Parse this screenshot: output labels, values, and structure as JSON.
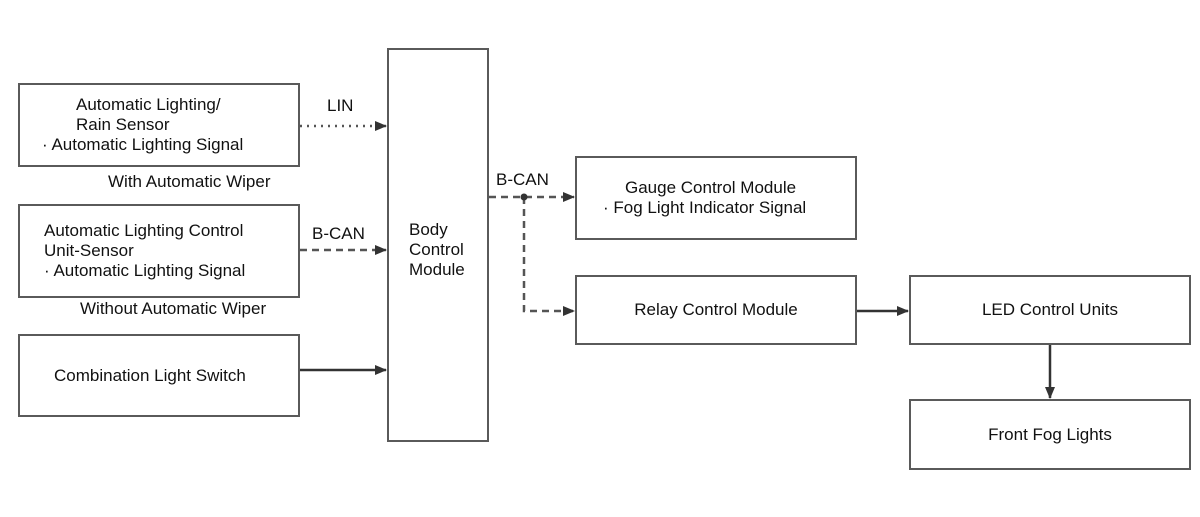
{
  "blocks": {
    "auto_light_rain": [
      "Automatic Lighting/",
      "Rain Sensor",
      "· Automatic Lighting Signal"
    ],
    "auto_light_control": [
      "Automatic Lighting Control",
      "Unit-Sensor",
      "· Automatic Lighting Signal"
    ],
    "combination_switch": [
      "Combination Light Switch"
    ],
    "bcm": [
      "Body",
      "Control",
      "Module"
    ],
    "gauge": [
      "Gauge Control Module",
      "· Fog Light Indicator Signal"
    ],
    "relay": [
      "Relay Control Module"
    ],
    "led": [
      "LED Control Units"
    ],
    "fog": [
      "Front Fog Lights"
    ]
  },
  "captions": {
    "with_wiper": "With Automatic Wiper",
    "without_wiper": "Without Automatic Wiper"
  },
  "connections": {
    "lin": "LIN",
    "bcan_1": "B-CAN",
    "bcan_2": "B-CAN"
  }
}
